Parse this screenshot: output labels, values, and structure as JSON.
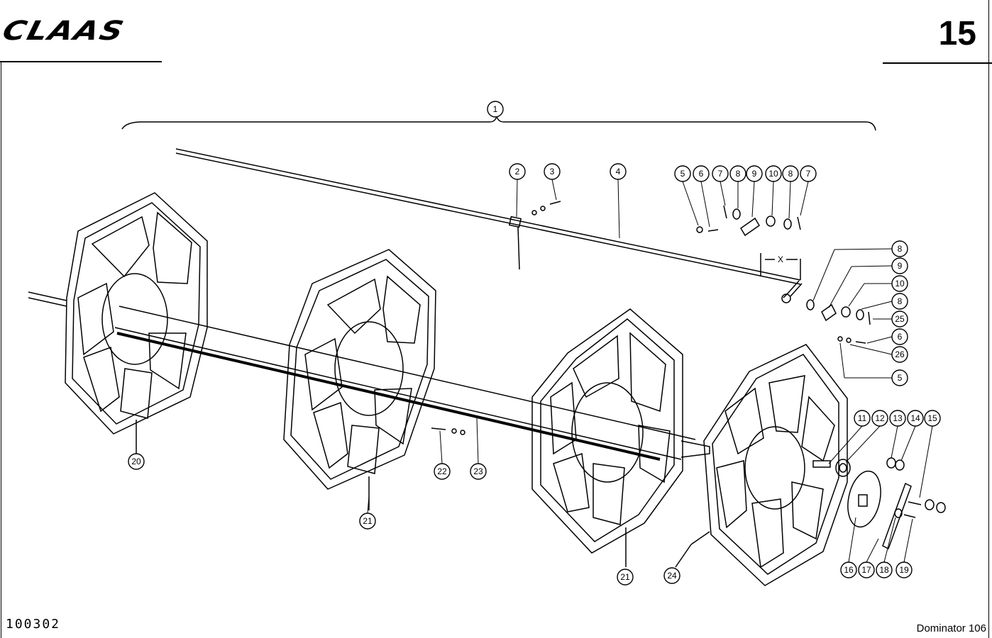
{
  "header": {
    "brand": "CLAAS",
    "page_number": "15"
  },
  "footer": {
    "doc_number": "100302",
    "model": "Dominator 106"
  },
  "diagram": {
    "dimension_label": "X",
    "callouts": [
      "1",
      "2",
      "3",
      "4",
      "5",
      "6",
      "7",
      "8",
      "9",
      "10",
      "8",
      "7",
      "8",
      "9",
      "10",
      "8",
      "25",
      "6",
      "26",
      "5",
      "11",
      "12",
      "13",
      "14",
      "15",
      "16",
      "17",
      "18",
      "19",
      "20",
      "21",
      "22",
      "23",
      "21",
      "24"
    ]
  }
}
